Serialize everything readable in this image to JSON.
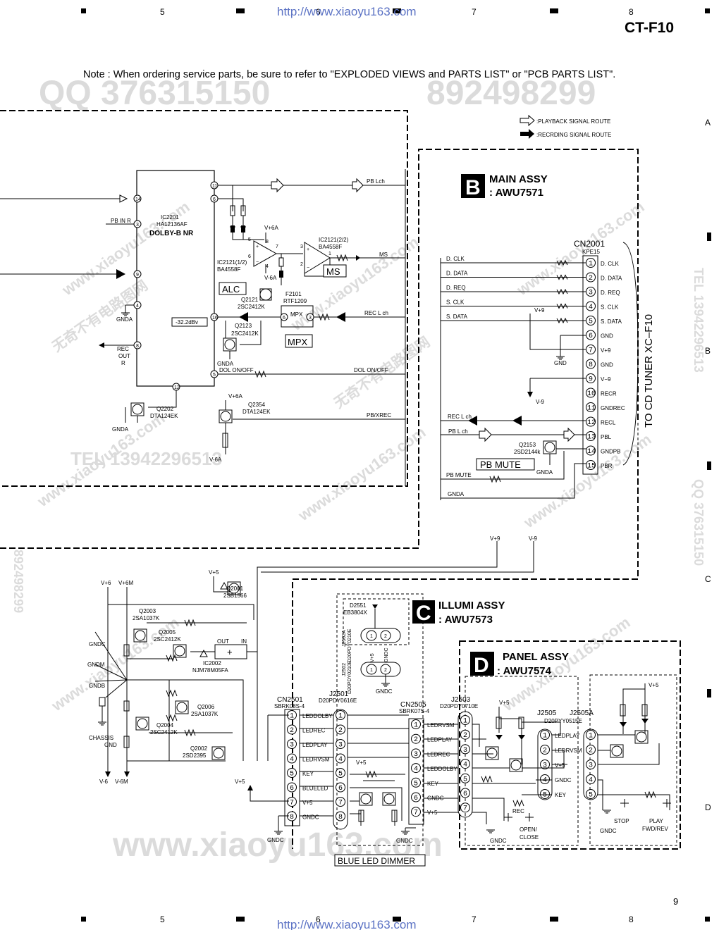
{
  "header": {
    "model": "CT-F10",
    "url_top": "http://www.xiaoyu163.com",
    "url_bottom": "http://www.xiaoyu163.com",
    "col_labels": [
      "5",
      "6",
      "7",
      "8"
    ],
    "row_labels": [
      "A",
      "B",
      "C",
      "D"
    ],
    "page_number": "9"
  },
  "note": "Note : When ordering service parts, be sure to refer to \"EXPLODED VIEWS and PARTS LIST\" or \"PCB PARTS LIST\".",
  "watermarks": {
    "qq": "QQ 376315150",
    "num": "892498299",
    "site": "www.xiaoyu163.com",
    "cn": "无奇不有电路图网",
    "tel": "TEL 13942296513"
  },
  "legend": {
    "playback": ":PLAYBACK SIGNAL ROUTE",
    "recording": ":RECRDING SIGNAL ROUTE"
  },
  "block_b": {
    "letter": "B",
    "title": "MAIN ASSY",
    "part": ": AWU7571"
  },
  "block_c": {
    "letter": "C",
    "title": "ILLUMI ASSY",
    "part": ": AWU7573"
  },
  "block_d": {
    "letter": "D",
    "title": "PANEL ASSY",
    "part": ": AWU7574"
  },
  "dolby": {
    "ic": "IC2201",
    "ic_part": "HA12136AF",
    "name": "DOLBY-B NR",
    "pb_in_r": "PB IN R",
    "pb_lch": "PB Lch",
    "ms": "MS",
    "rec_l": "REC L ch",
    "dol_onoff": "DOL ON/OFF",
    "dol_onoff2": "DOL ON/OFF",
    "pb_xrec": "PB/XREC",
    "gnda": "GNDA",
    "gnda2": "GNDA",
    "gnda3": "GNDA",
    "rec_out_r": [
      "REC",
      "OUT",
      "R"
    ],
    "dbv": "-32.2dBv",
    "ic2121a": "IC2121(1/2)",
    "ic2121a_p": "BA4558F",
    "ic2121b": "IC2121(2/2)",
    "ic2121b_p": "BA4558F",
    "vp6a": "V+6A",
    "vp6a2": "V+6A",
    "vm6a": "V-6A",
    "vm6a2": "V-6A",
    "alc": "ALC",
    "ms_box": "MS",
    "mpx_box": "MPX",
    "mpx_in": "MPX",
    "q2121": "Q2121",
    "q2121p": "2SC2412K",
    "q2123": "Q2123",
    "q2123p": "2SC2412K",
    "f2101": "F2101",
    "f2101p": "RTF1209",
    "q2202": "Q2202",
    "q2202p": "DTA124EK",
    "q2354": "Q2354",
    "q2354p": "DTA124EK"
  },
  "cn2001": {
    "name": "CN2001",
    "part": "KPE15",
    "side_label": "TO CD TUNER XC–F10",
    "pins": [
      "D. CLK",
      "D. DATA",
      "D. REQ",
      "S. CLK",
      "S. DATA",
      "GND",
      "V+9",
      "GND",
      "V−9",
      "RECR",
      "GNDREC",
      "RECL",
      "PBL",
      "GNDPB",
      "PBR"
    ],
    "signals": [
      "D. CLK",
      "D. DATA",
      "D. REQ",
      "S. CLK",
      "S. DATA"
    ],
    "v9": "V+9",
    "vm9": "V-9",
    "gnd": "GND",
    "rec_l": "REC L ch",
    "pb_l": "PB L ch",
    "q2153": "Q2153",
    "q2153p": "2SD2144k",
    "gnda": "GNDA",
    "pb_mute_box": "PB MUTE",
    "pb_mute": "PB MUTE",
    "gnda_line": "GNDA"
  },
  "power": {
    "vp6": "V+6",
    "vp6m": "V+6M",
    "vp5": "V+5",
    "vm6": "V-6",
    "vm6m": "V-6M",
    "q2001": "Q2001",
    "q2001p": "2SB1566",
    "q2003": "Q2003",
    "q2003p": "2SA1037K",
    "q2005": "Q2005",
    "q2005p": "2SC2412K",
    "q2006": "Q2006",
    "q2006p": "2SA1037K",
    "q2004": "Q2004",
    "q2004p": "2SC2412K",
    "q2002": "Q2002",
    "q2002p": "2SD2395",
    "ic2002": "IC2002",
    "ic2002p": "NJM78M05FA",
    "out": "OUT",
    "in": "IN",
    "gndc": "GNDC",
    "gndm": "GNDM",
    "gndb": "GNDB",
    "chassis": [
      "CHASSIS",
      "GND"
    ],
    "v9top": "V+9",
    "vm9top": "V-9"
  },
  "cn2501": {
    "name": "CN2501",
    "part": "SBRK08S-4",
    "pins": [
      "LEDDOLBY",
      "LEDREC",
      "LEDPLAY",
      "LEDRVSM",
      "KEY",
      "BLUELED",
      "V+5",
      "GNDC"
    ],
    "vp5": "V+5",
    "gndc": "GNDC"
  },
  "illumi": {
    "d2551": "D2551",
    "d2551p": "EB3804X",
    "j2502a": "J2502A",
    "j2502ap": "D20PDY0210E",
    "j2502": "J2502",
    "j2502p": "D20PDY0210E",
    "v5": "V+5",
    "gndc": "GNDC",
    "gndc2": "GNDC",
    "j2501": "J2501",
    "j2501p": "D20PDY0616E",
    "cn2505": "CN2505",
    "cn2505p": "SBRK07S-4",
    "cn2505_pins": [
      "LEDRVSM",
      "LEDPLAY",
      "LEDREC",
      "LEDDOLBY",
      "KEY",
      "GNDC",
      "V+5"
    ],
    "vp5": "V+5",
    "gndc3": "GNDC",
    "blue_led": "BLUE LED DIMMER"
  },
  "panel": {
    "j2503": "J2503",
    "j2503p": "D20PDY0710E",
    "j2505": "J2505",
    "j2505a": "J2505A",
    "j2505p": "D20PYY0515E",
    "j2505_pins": [
      "LEDPLAY",
      "LEDRVSM",
      "V+5",
      "GNDC",
      "KEY"
    ],
    "vp5": "V+5",
    "vp5b": "V+5",
    "rec": "REC",
    "open_close": [
      "OPEN/",
      "CLOSE"
    ],
    "gndc": "GNDC",
    "stop": "STOP",
    "play": [
      "PLAY",
      "FWD/REV"
    ],
    "gndc2": "GNDC"
  }
}
